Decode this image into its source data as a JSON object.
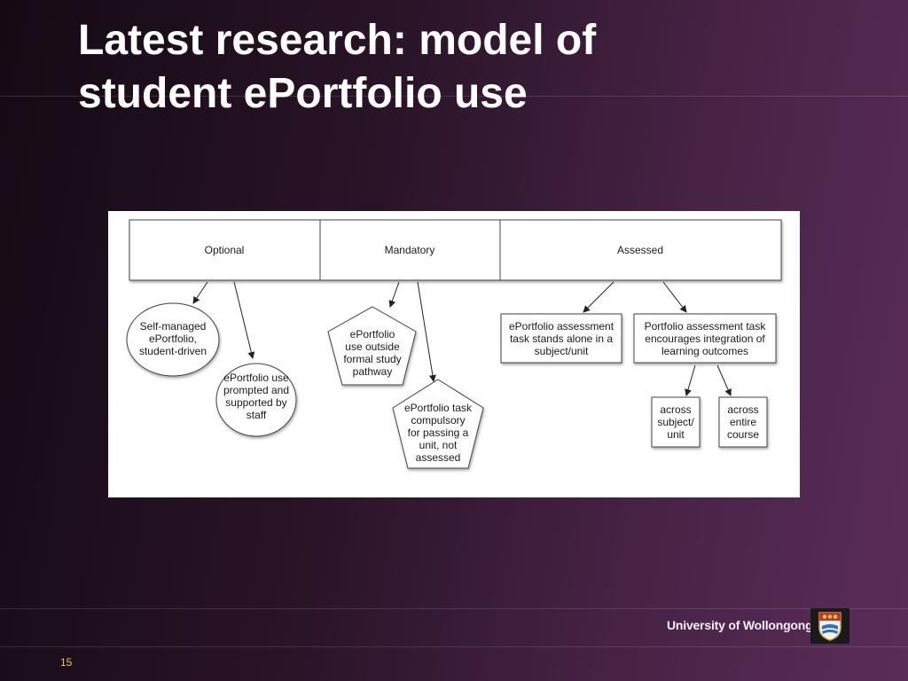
{
  "slide": {
    "title_line1": "Latest research: model of",
    "title_line2": "student ePortfolio use",
    "page_number": "15"
  },
  "footer": {
    "institution": "University of Wollongong",
    "crest_icon": "university-crest-icon"
  },
  "diagram": {
    "categories": {
      "optional": "Optional",
      "mandatory": "Mandatory",
      "assessed": "Assessed"
    },
    "optional_nodes": {
      "self_managed": [
        "Self-managed",
        "ePortfolio,",
        "student-driven"
      ],
      "prompted": [
        "ePortfolio use",
        "prompted and",
        "supported by",
        "staff"
      ]
    },
    "mandatory_nodes": {
      "outside_pathway": [
        "ePortfolio",
        "use outside",
        "formal study",
        "pathway"
      ],
      "compulsory": [
        "ePortfolio task",
        "compulsory",
        "for passing a",
        "unit, not",
        "assessed"
      ]
    },
    "assessed_nodes": {
      "stands_alone": [
        "ePortfolio assessment",
        "task stands alone in a",
        "subject/unit"
      ],
      "integration": [
        "Portfolio assessment task",
        "encourages integration of",
        "learning outcomes"
      ],
      "across_subject": [
        "across",
        "subject/",
        "unit"
      ],
      "across_course": [
        "across",
        "entire",
        "course"
      ]
    }
  }
}
